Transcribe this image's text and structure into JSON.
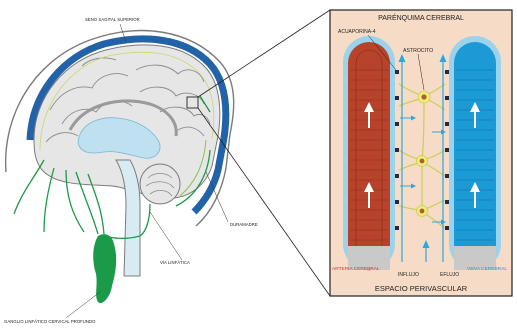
{
  "labels": {
    "superior_sagittal_sinus": "SENO SAGITAL SUPERIOR",
    "dura_mater": "DURAMADRE",
    "lymphatic_vessel": "VÍA LINFÁTICA",
    "deep_cervical_node": "GANGLIO LINFÁTICO CERVICAL PROFUNDO"
  },
  "panel": {
    "title": "PARÉNQUIMA CEREBRAL",
    "aquaporin": "ACUAPORINA-4",
    "astrocyte": "ASTROCITO",
    "artery": "ARTERIA CEREBRAL",
    "vein": "VENA CEREBRAL",
    "influx": "INFLUJO",
    "efflux": "EFLUJO",
    "perivascular_space": "ESPACIO PERIVASCULAR"
  },
  "colors": {
    "artery_red": "#b8432b",
    "vein_blue": "#1c9ad6",
    "csf_blue": "#2aa7e0",
    "dura_blue": "#2262a8",
    "lymph_green": "#1b9a4a",
    "parenchyma_bg": "#f6dcc6",
    "astrocyte_yellow": "#f2ea7a"
  }
}
